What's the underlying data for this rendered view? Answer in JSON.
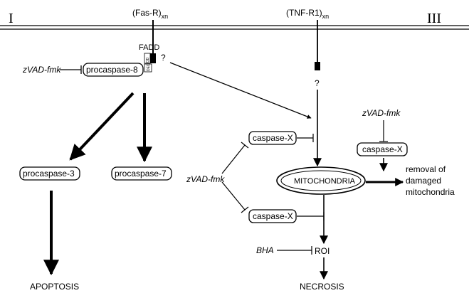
{
  "panels": {
    "left": "I",
    "right": "III"
  },
  "receptors": {
    "fas": "(Fas-R)",
    "fas_sub": "xn",
    "tnf": "(TNF-R1)",
    "tnf_sub": "xn"
  },
  "adapter": {
    "fadd": "FADD",
    "dd": "DD",
    "ded": "DED"
  },
  "unknown_mark": "?",
  "inhibitors": {
    "zvad": "zVAD-fmk",
    "bha": "BHA"
  },
  "nodes": {
    "procaspase8": "procaspase-8",
    "procaspase3": "procaspase-3",
    "procaspase7": "procaspase-7",
    "caspaseX": "caspase-X",
    "mitochondria": "MITOCHONDRIA",
    "roi": "ROI"
  },
  "outcomes": {
    "apoptosis": "APOPTOSIS",
    "necrosis": "NECROSIS",
    "removal_line1": "removal of",
    "removal_line2": "damaged",
    "removal_line3": "mitochondria"
  },
  "colors": {
    "ink": "#000000",
    "background": "#ffffff"
  }
}
